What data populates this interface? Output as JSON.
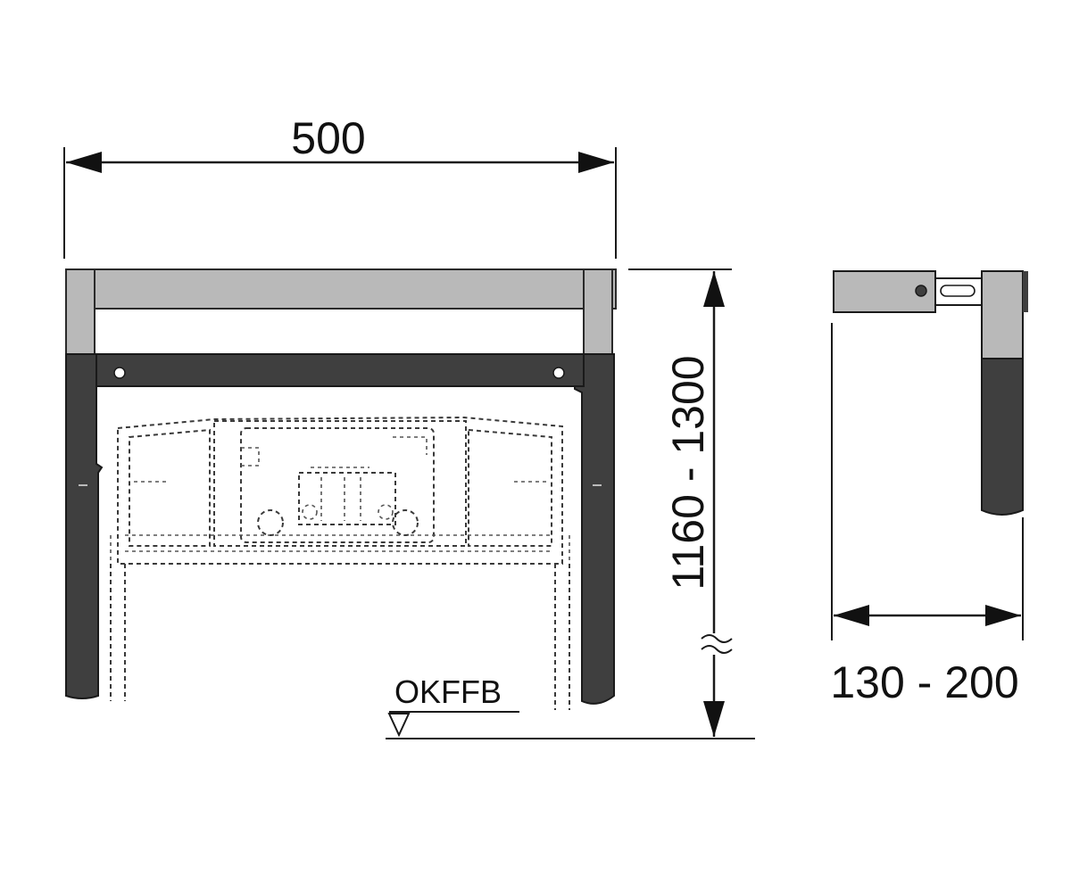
{
  "dimensions": {
    "width_label": "500",
    "height_label": "1160 - 1300",
    "depth_label": "130 - 200"
  },
  "floor": {
    "reference_label": "OKFFB"
  },
  "colors": {
    "frame_dark": "#3f3f3f",
    "frame_light": "#b9b9b9",
    "line": "#1a1a1a",
    "dash": "#3a3a3a",
    "background": "#ffffff"
  }
}
